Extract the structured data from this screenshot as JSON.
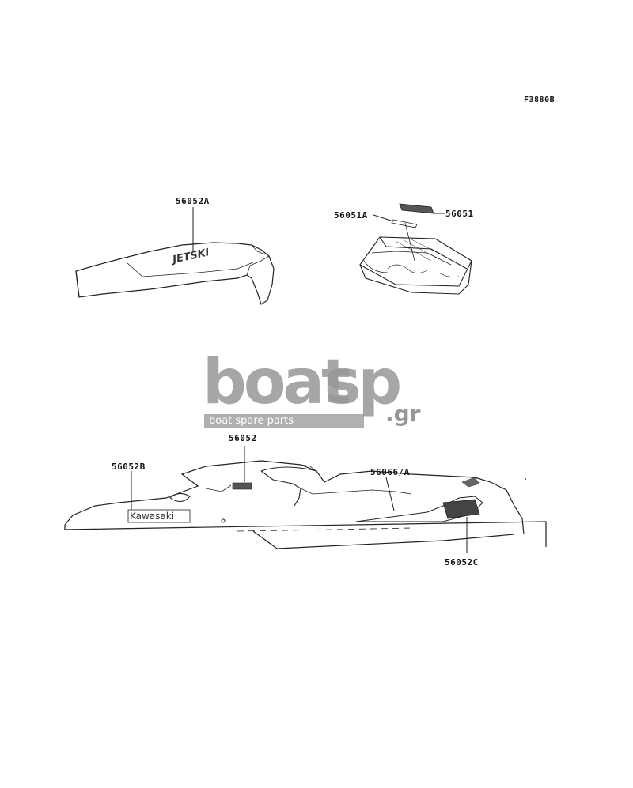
{
  "figure_code": "F3880B",
  "parts": {
    "p56052A": "56052A",
    "p56051A": "56051A",
    "p56051": "56051",
    "p56052": "56052",
    "p56052B": "56052B",
    "p56066A": "56066/A",
    "p56052C": "56052C"
  },
  "decals": {
    "jetski": "JETSKI",
    "kawasaki": "Kawasaki"
  },
  "watermark": {
    "brand_left": "boat",
    "brand_right": "sp",
    "suffix": ".gr",
    "tagline": "boat spare parts"
  }
}
